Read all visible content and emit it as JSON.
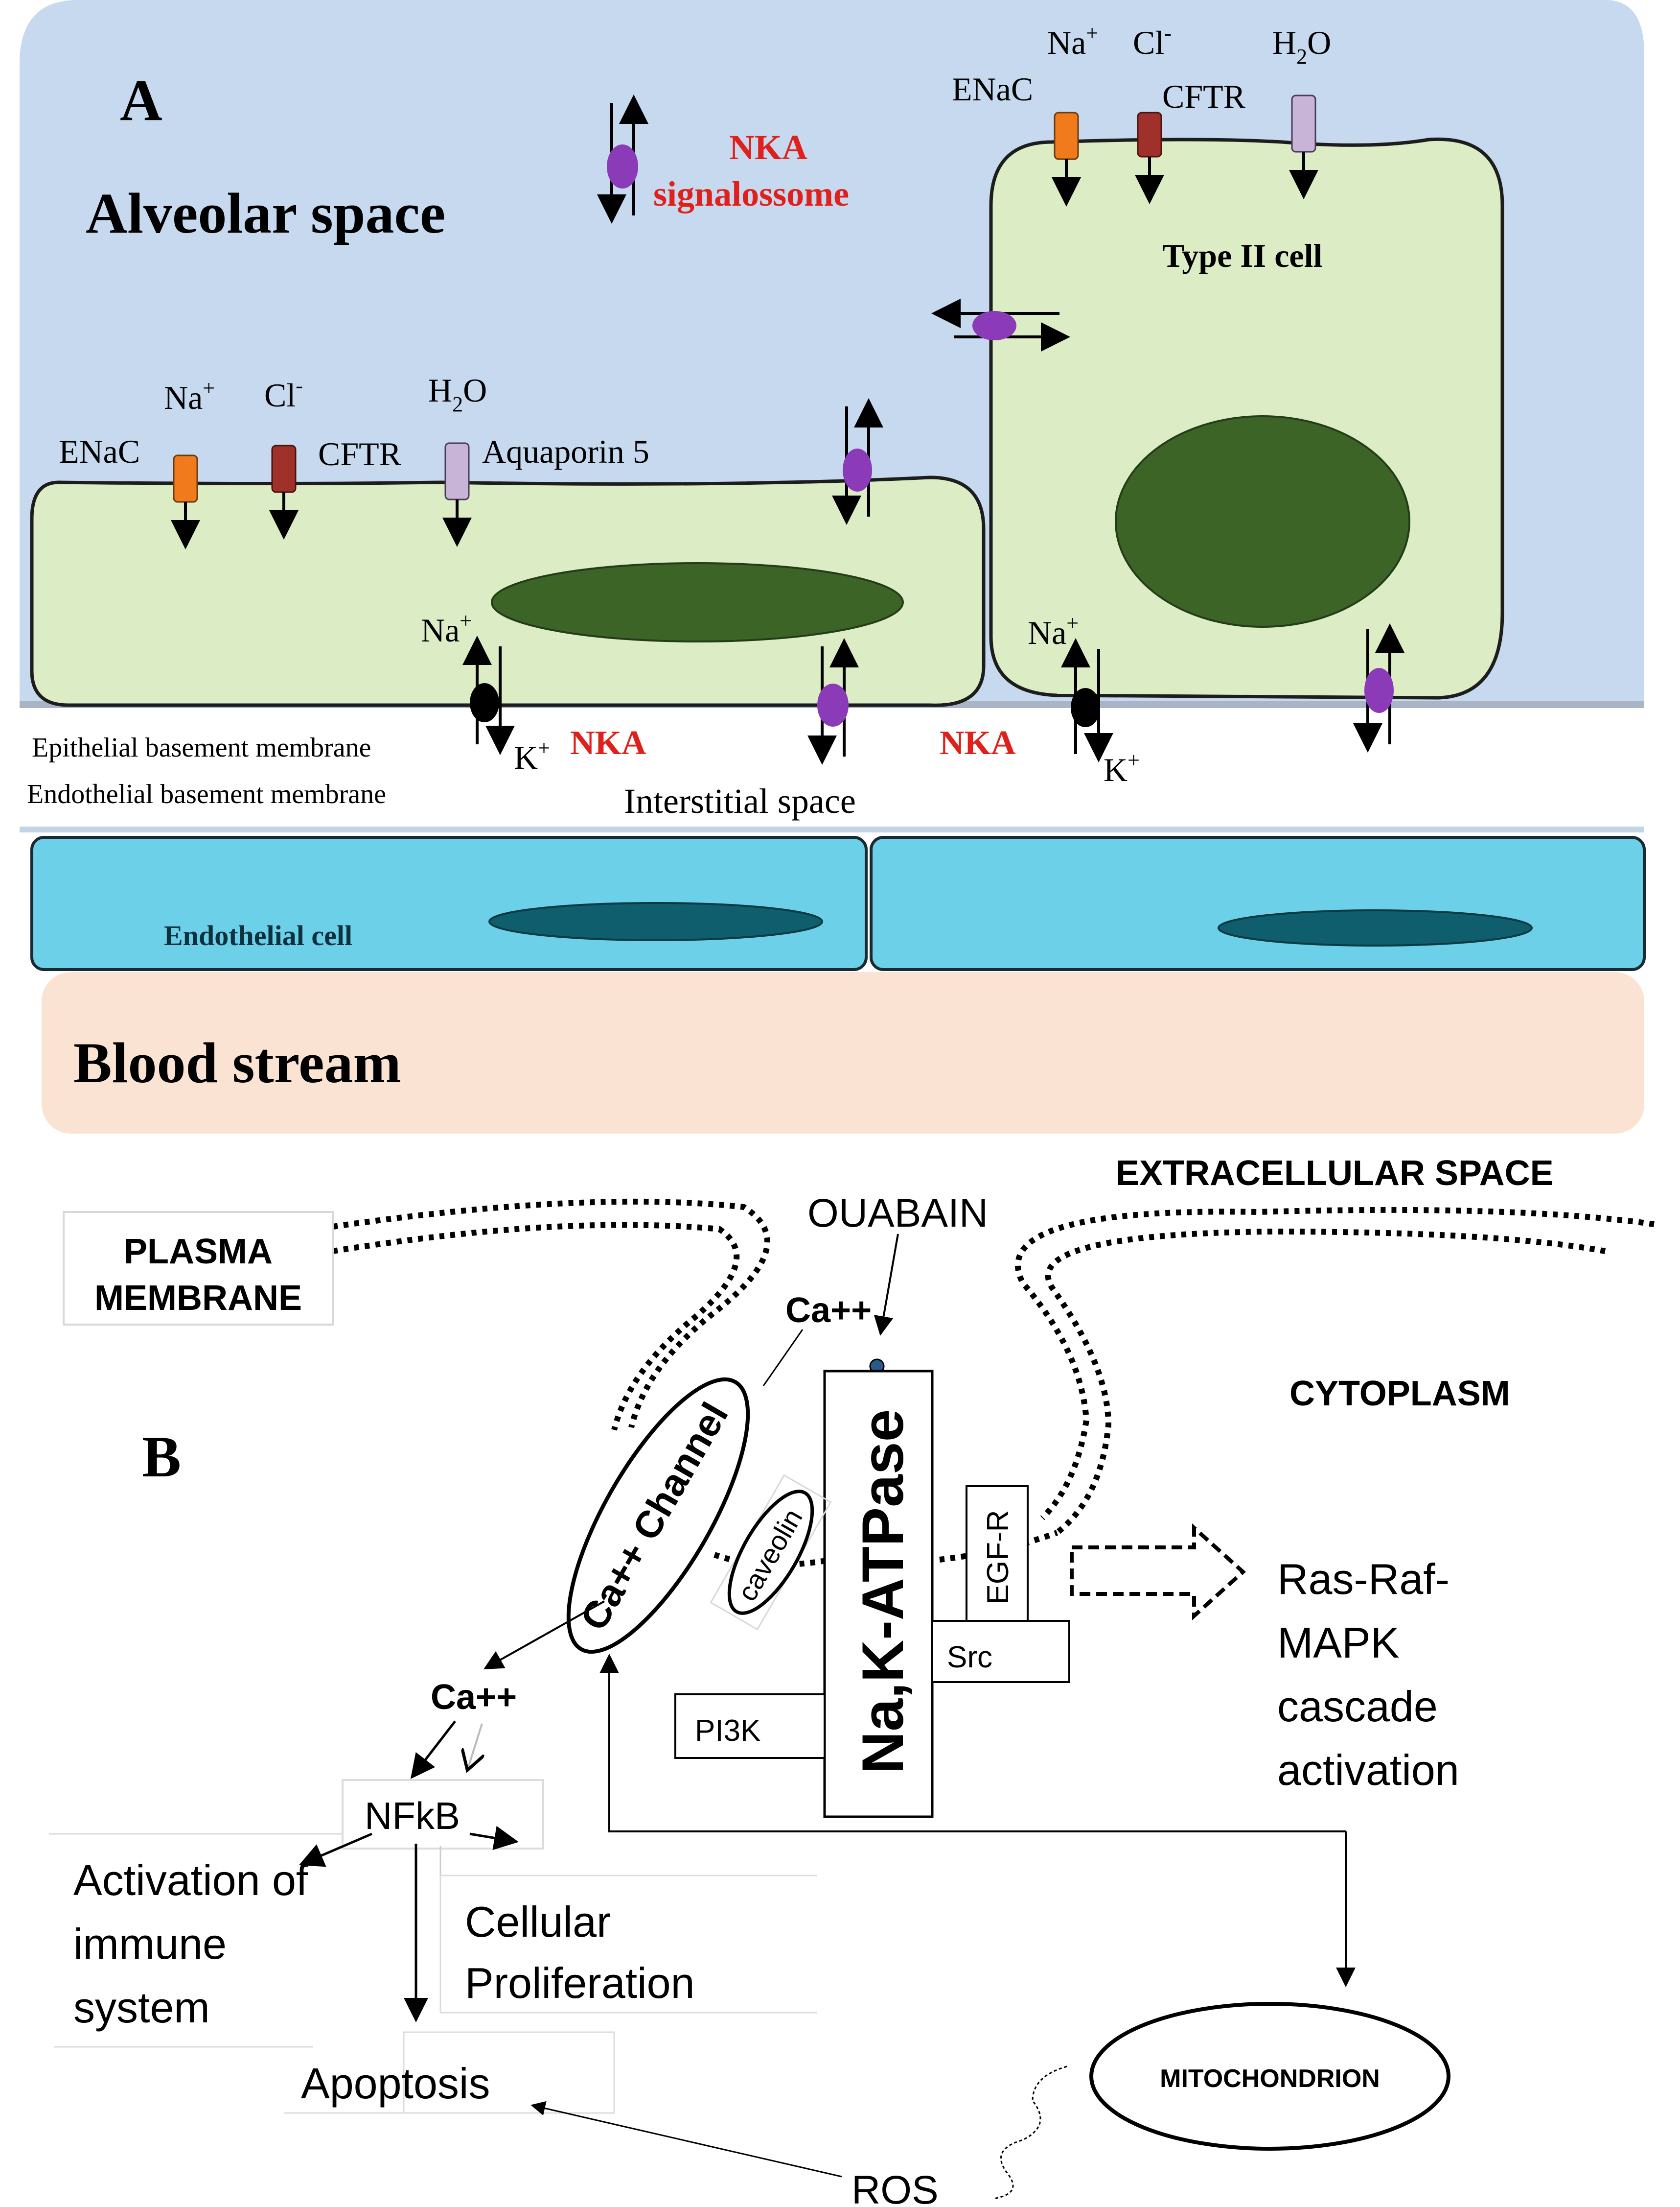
{
  "panelA": {
    "label": "A",
    "alveolar_space": "Alveolar space",
    "nka_signalosome_1": "NKA",
    "nka_signalosome_2": "signalossome",
    "type2_cell": "Type II cell",
    "enac_left": "ENaC",
    "enac_right": "ENaC",
    "cftr_left": "CFTR",
    "cftr_right": "CFTR",
    "aquaporin": "Aquaporin  5",
    "na_left": "Na",
    "na_right": "Na",
    "cl_left": "Cl",
    "cl_right": "Cl",
    "h2o_h": "H",
    "h2o_sub": "2",
    "h2o_o": "O",
    "plus": "+",
    "minus": "-",
    "na_nka_left": "Na",
    "na_nka_right": "Na",
    "k_left": "K",
    "k_right": "K",
    "nka_left": "NKA",
    "nka_right": "NKA",
    "epithelial_bm": "Epithelial  basement membrane",
    "endothelial_bm": "Endothelial  basement membrane",
    "interstitial": "Interstitial space",
    "endothelial_cell": "Endothelial   cell",
    "blood_stream": "Blood stream",
    "colors": {
      "alveolar": "#c6d9ef",
      "cell": "#dcecc4",
      "nucleus": "#3b6426",
      "endothelial": "#6bd0e8",
      "endo_nucleus": "#0e5e6e",
      "blood": "#fbe3d4",
      "enac": "#f07a1c",
      "cftr": "#a0302a",
      "aquaporin": "#c8b4d6",
      "signalosome": "#8b3bb8",
      "nka_red": "#e0201a"
    }
  },
  "panelB": {
    "label": "B",
    "extracellular": "EXTRACELLULAR SPACE",
    "plasma_1": "PLASMA",
    "plasma_2": "MEMBRANE",
    "ouabain": "OUABAIN",
    "cytoplasm": "CYTOPLASM",
    "ca_top": "Ca++",
    "ca_channel": "Ca++ Channel",
    "caveolin": "caveolin",
    "nka": "Na,K-ATPase",
    "egfr": "EGF-R",
    "src": "Src",
    "pi3k": "PI3K",
    "ras_1": "Ras-Raf-",
    "ras_2": "MAPK",
    "ras_3": "cascade",
    "ras_4": "activation",
    "ca_mid": "Ca++",
    "nfkb": "NFkB",
    "immune_1": "Activation of",
    "immune_2": "immune",
    "immune_3": "system",
    "prolif_1": "Cellular",
    "prolif_2": "Proliferation",
    "apoptosis": "Apoptosis",
    "mitochondrion": "MITOCHONDRION",
    "ros": "ROS"
  }
}
